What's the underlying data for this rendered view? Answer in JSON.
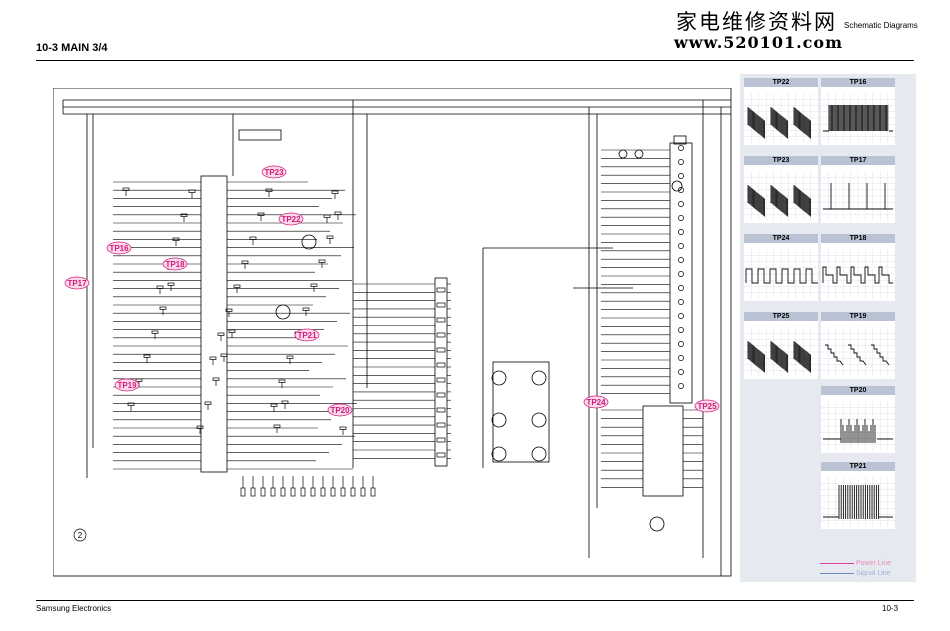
{
  "header": {
    "site_cn": "家电维修资料网",
    "site_url": "www.520101.com",
    "section": "Schematic Diagrams",
    "title": "10-3 MAIN 3/4"
  },
  "footer": {
    "company": "Samsung Electronics",
    "page": "10-3"
  },
  "schematic": {
    "sheet_number": "2",
    "test_points": [
      {
        "id": "TP23",
        "label": "TP23"
      },
      {
        "id": "TP22",
        "label": "TP22"
      },
      {
        "id": "TP16",
        "label": "TP16"
      },
      {
        "id": "TP18",
        "label": "TP18"
      },
      {
        "id": "TP17",
        "label": "TP17"
      },
      {
        "id": "TP21",
        "label": "TP21"
      },
      {
        "id": "TP19",
        "label": "TP19"
      },
      {
        "id": "TP20",
        "label": "TP20"
      },
      {
        "id": "TP24",
        "label": "TP24"
      },
      {
        "id": "TP25",
        "label": "TP25"
      }
    ]
  },
  "waveforms": [
    {
      "label": "TP22",
      "shape": "burst"
    },
    {
      "label": "TP16",
      "shape": "dense"
    },
    {
      "label": "TP23",
      "shape": "burst"
    },
    {
      "label": "TP17",
      "shape": "spikes"
    },
    {
      "label": "TP24",
      "shape": "square"
    },
    {
      "label": "TP18",
      "shape": "steps"
    },
    {
      "label": "TP25",
      "shape": "burst"
    },
    {
      "label": "TP19",
      "shape": "stair"
    },
    {
      "label": "TP20",
      "shape": "packet"
    },
    {
      "label": "TP21",
      "shape": "packet-wide"
    }
  ],
  "legend": {
    "power": "Power Line",
    "signal": "Signal Line"
  },
  "colors": {
    "power_line": "#e23d9a",
    "signal_line": "#6c8cc2",
    "tp_label": "#d11c7c",
    "panel_bg": "#e6eaf0"
  }
}
